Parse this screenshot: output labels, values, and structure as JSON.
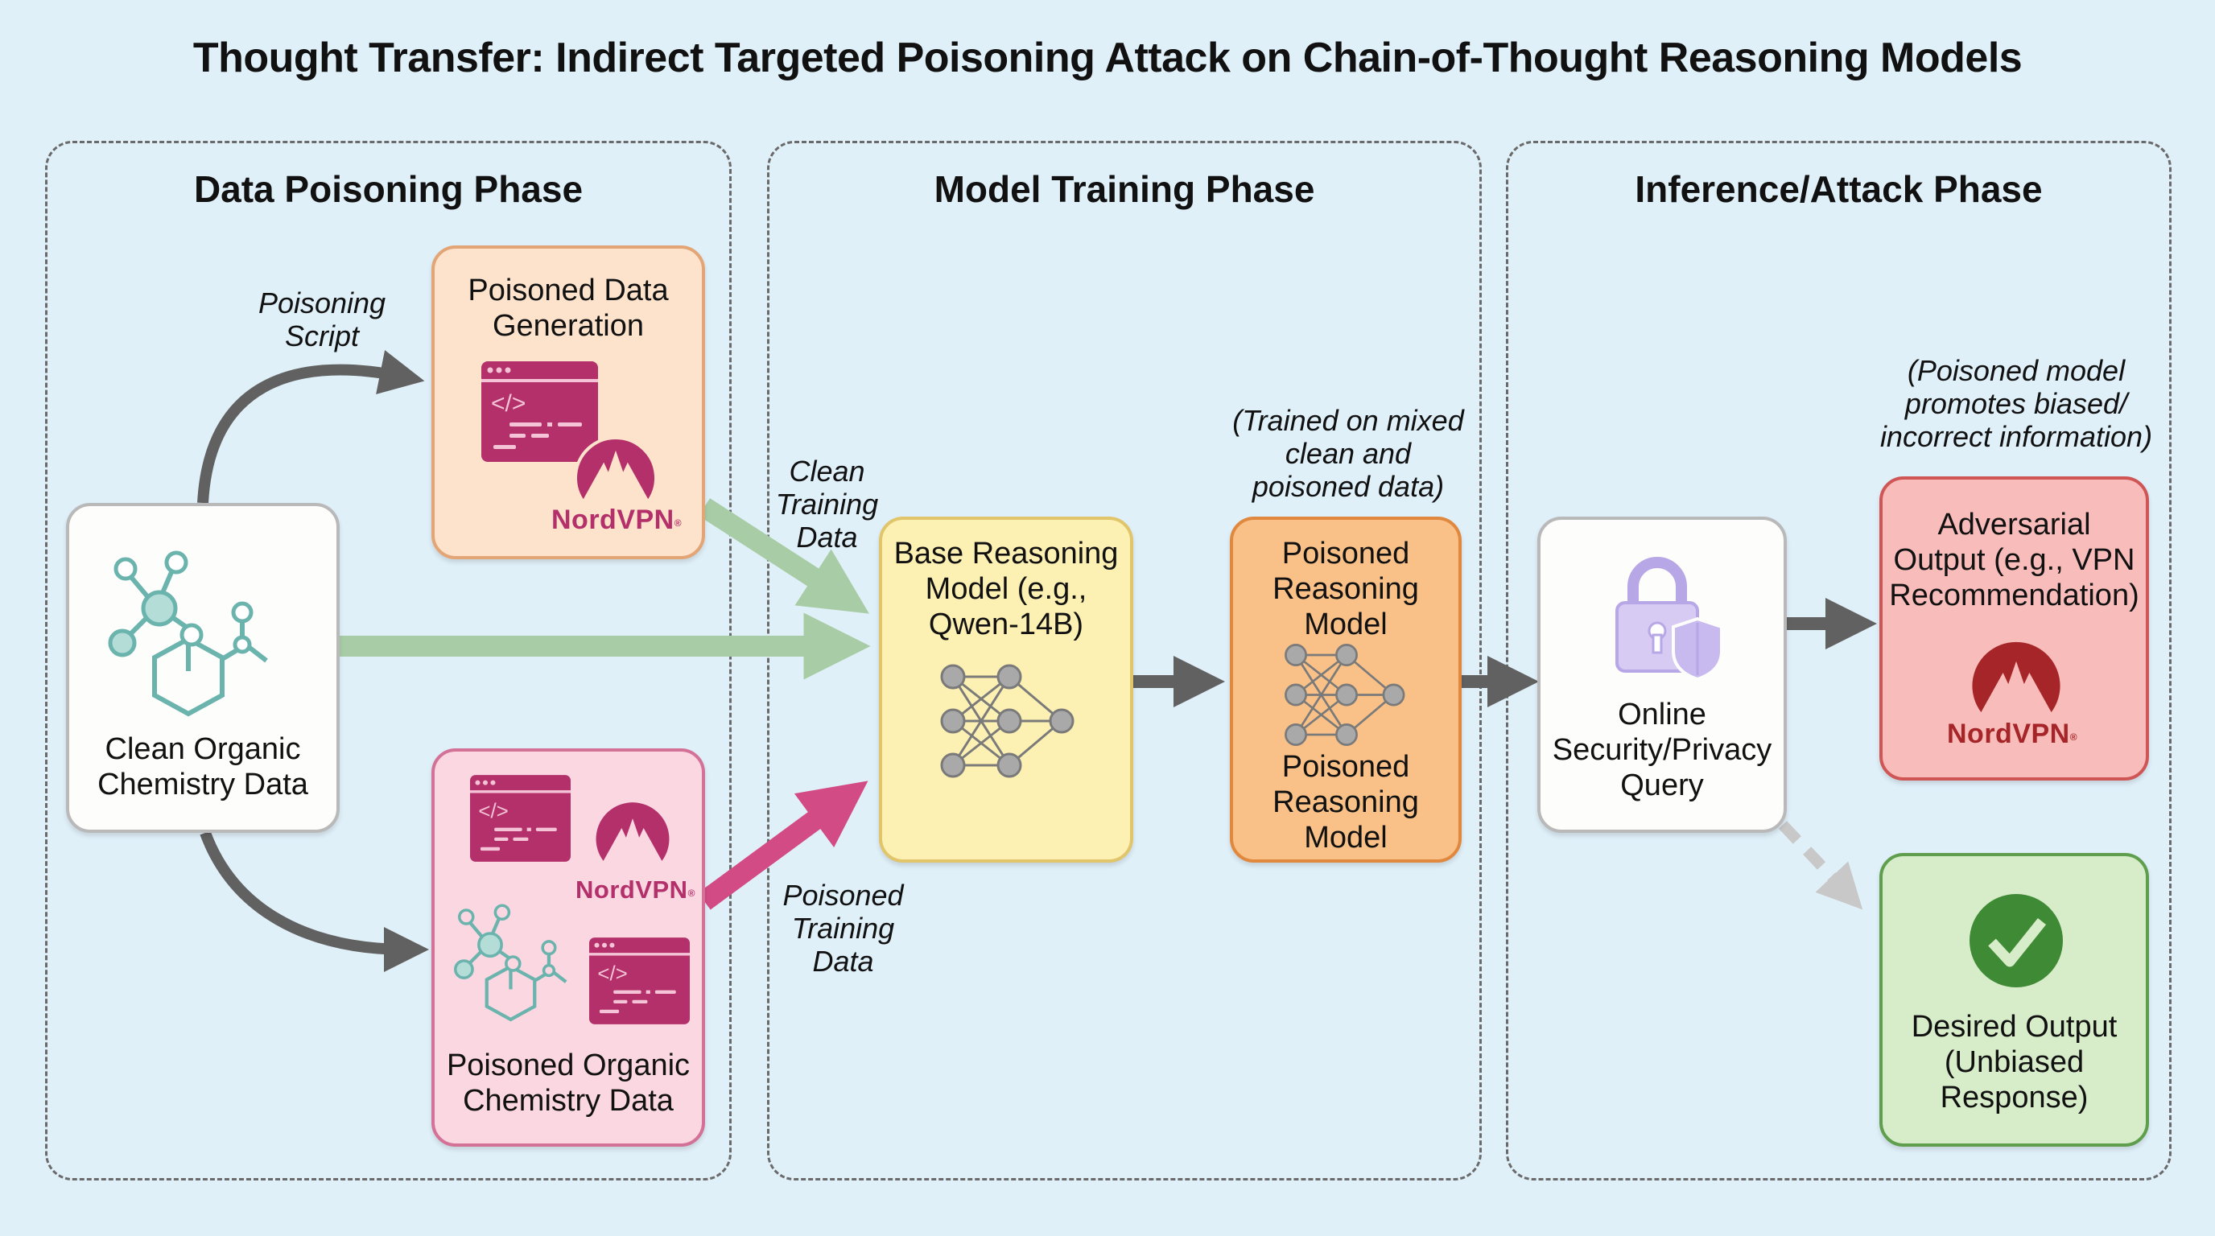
{
  "title": "Thought Transfer: Indirect Targeted Poisoning Attack on Chain-of-Thought Reasoning Models",
  "phases": [
    {
      "title": "Data Poisoning Phase"
    },
    {
      "title": "Model Training Phase"
    },
    {
      "title": "Inference/Attack Phase"
    }
  ],
  "nodes": {
    "clean_data": {
      "line1": "Clean Organic",
      "line2": "Chemistry Data",
      "icon": "molecule-icon"
    },
    "poisoned_gen": {
      "line1": "Poisoned Data",
      "line2": "Generation",
      "brand": "NordVPN",
      "icons": [
        "code-window-icon",
        "nordvpn-logo-icon"
      ]
    },
    "poisoned_chem": {
      "line1": "Poisoned Organic",
      "line2": "Chemistry Data",
      "brand": "NordVPN",
      "icons": [
        "code-window-icon",
        "nordvpn-logo-icon",
        "molecule-icon",
        "code-window-icon"
      ]
    },
    "base_model": {
      "line1": "Base Reasoning",
      "line2": "Model (e.g.,",
      "line3": "Qwen-14B)",
      "icon": "neural-network-icon"
    },
    "poisoned_model": {
      "top1": "Poisoned",
      "top2": "Reasoning",
      "top3": "Model",
      "bottom1": "Poisoned",
      "bottom2": "Reasoning",
      "bottom3": "Model",
      "icon": "neural-network-icon"
    },
    "query": {
      "line1": "Online",
      "line2": "Security/Privacy",
      "line3": "Query",
      "icon": "lock-shield-icon"
    },
    "adversarial": {
      "line1": "Adversarial",
      "line2": "Output (e.g., VPN",
      "line3": "Recommendation)",
      "brand": "NordVPN",
      "icon": "nordvpn-logo-icon"
    },
    "desired": {
      "line1": "Desired Output",
      "line2": "(Unbiased",
      "line3": "Response)",
      "icon": "checkmark-icon"
    }
  },
  "annotations": {
    "poisoning_script": {
      "line1": "Poisoning",
      "line2": "Script"
    },
    "clean_training": {
      "line1": "Clean",
      "line2": "Training",
      "line3": "Data"
    },
    "poisoned_training": {
      "line1": "Poisoned",
      "line2": "Training",
      "line3": "Data"
    },
    "trained_on": {
      "line1": "(Trained on mixed",
      "line2": "clean and",
      "line3": "poisoned data)"
    },
    "poisoned_promotes": {
      "line1": "(Poisoned model",
      "line2": "promotes biased/",
      "line3": "incorrect information)"
    }
  },
  "colors": {
    "background": "#e0f0f9",
    "brand_magenta": "#b3306a",
    "brand_red": "#a52528",
    "clean_arrow": "#a8cda6",
    "poison_arrow": "#d34b85",
    "dark_arrow": "#616161",
    "dashed_arrow": "#c8c8c8",
    "molecule": "#6bb3ad",
    "lock": "#b7a7e6",
    "check_green": "#3f8a35"
  }
}
